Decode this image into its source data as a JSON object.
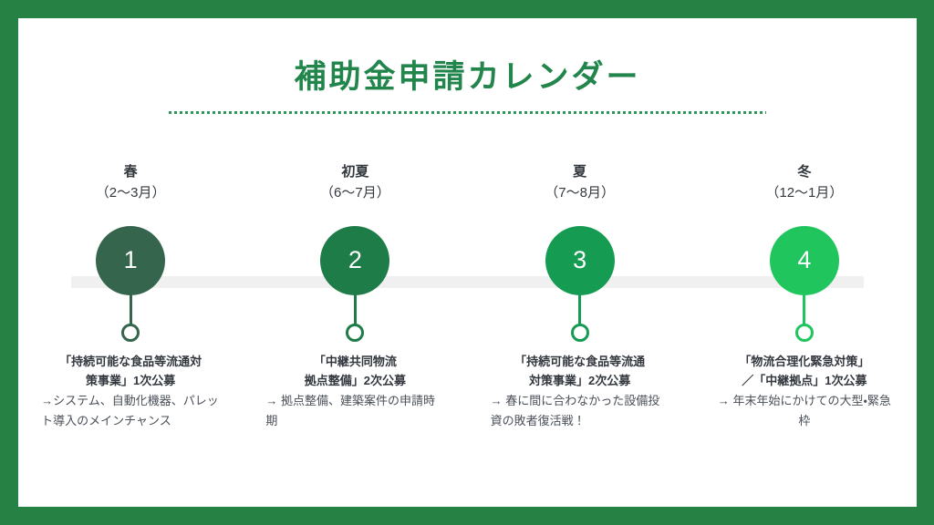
{
  "slide": {
    "border_color": "#268144",
    "background": "#ffffff",
    "title": "補助金申請カレンダー",
    "title_color": "#22854b",
    "rule_color": "#2e9458",
    "track_color": "#f0f0f0"
  },
  "timeline": {
    "steps": [
      {
        "number": "1",
        "season": "春",
        "months": "（2〜3月）",
        "color": "#35654d",
        "card_title": "「持続可能な食品等流通対\n策事業」1次公募",
        "card_body": "→システム、自動化機器、パレット導入のメインチャンス",
        "card_body_align": "left"
      },
      {
        "number": "2",
        "season": "初夏",
        "months": "（6〜7月）",
        "color": "#1e7c48",
        "card_title": "「中継共同物流\n拠点整備」2次公募",
        "card_body": "→ 拠点整備、建築案件の申請時期",
        "card_body_align": "left"
      },
      {
        "number": "3",
        "season": "夏",
        "months": "（7〜8月）",
        "color": "#159b52",
        "card_title": "「持続可能な食品等流通\n対策事業」2次公募",
        "card_body": "→ 春に間に合わなかった設備投資の敗者復活戦！",
        "card_body_align": "left"
      },
      {
        "number": "4",
        "season": "冬",
        "months": "（12〜1月）",
        "color": "#20c55e",
        "card_title": "「物流合理化緊急対策」\n／「中継拠点」1次公募",
        "card_body": "→ 年末年始にかけての大型・緊急枠",
        "card_body_align": "center"
      }
    ]
  }
}
